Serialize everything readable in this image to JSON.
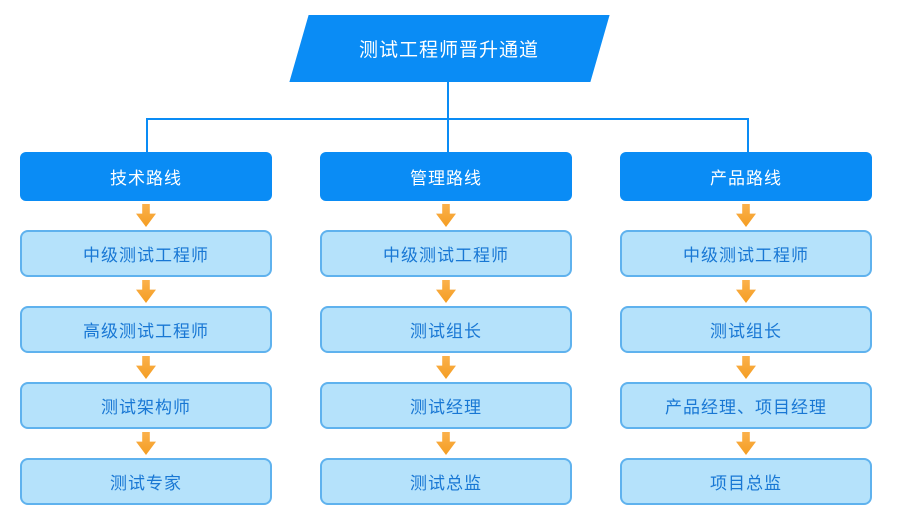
{
  "title": "测试工程师晋升通道",
  "colors": {
    "primary_blue": "#0a8cf5",
    "light_box_fill": "#b5e2fb",
    "light_box_border": "#5fb2ee",
    "light_box_text": "#1877d4",
    "arrow_orange": "#f7a52b",
    "banner_text": "#ffffff"
  },
  "icons": {
    "down_arrow": "down-arrow-icon"
  },
  "columns": [
    {
      "header": "技术路线",
      "rows": [
        "中级测试工程师",
        "高级测试工程师",
        "测试架构师",
        "测试专家"
      ]
    },
    {
      "header": "管理路线",
      "rows": [
        "中级测试工程师",
        "测试组长",
        "测试经理",
        "测试总监"
      ]
    },
    {
      "header": "产品路线",
      "rows": [
        "中级测试工程师",
        "测试组长",
        "产品经理、项目经理",
        "项目总监"
      ]
    }
  ]
}
